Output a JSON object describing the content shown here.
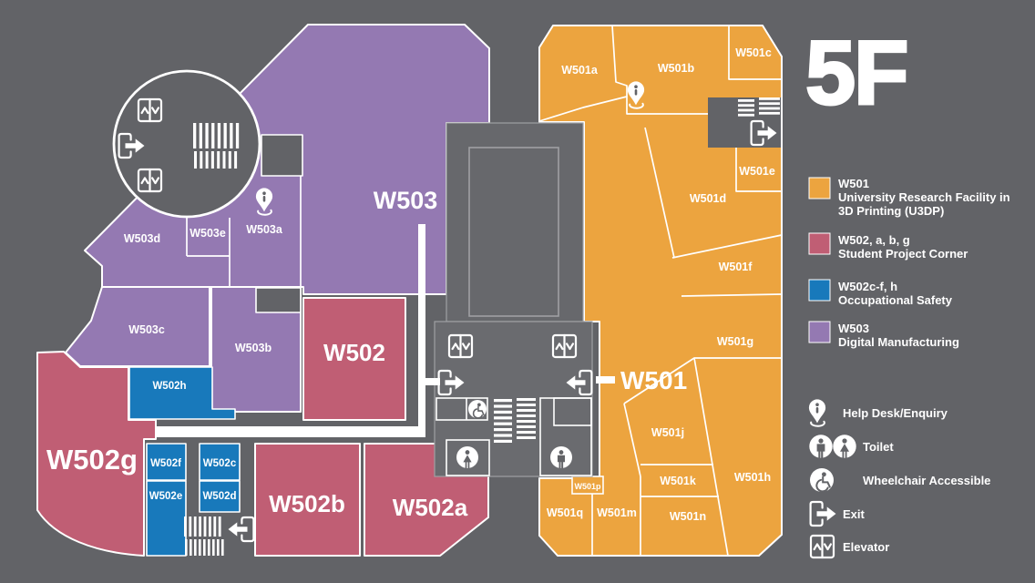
{
  "floor_label": "5F",
  "map": {
    "rooms": {
      "w503": "W503",
      "w503a": "W503a",
      "w503b": "W503b",
      "w503c": "W503c",
      "w503d": "W503d",
      "w503e": "W503e",
      "w502": "W502",
      "w502a": "W502a",
      "w502b": "W502b",
      "w502g": "W502g",
      "w502c": "W502c",
      "w502d": "W502d",
      "w502e": "W502e",
      "w502f": "W502f",
      "w502h": "W502h",
      "w501": "W501",
      "w501a": "W501a",
      "w501b": "W501b",
      "w501c": "W501c",
      "w501d": "W501d",
      "w501e": "W501e",
      "w501f": "W501f",
      "w501g": "W501g",
      "w501h": "W501h",
      "w501j": "W501j",
      "w501k": "W501k",
      "w501m": "W501m",
      "w501n": "W501n",
      "w501p": "W501p",
      "w501q": "W501q"
    }
  },
  "legend": {
    "areas": [
      {
        "code": "W501",
        "line1": "University Research Facility in",
        "line2": "3D Printing (U3DP)",
        "color": "#eca43f"
      },
      {
        "code": "W502, a, b, g",
        "line1": "Student Project Corner",
        "line2": "",
        "color": "#c05e74"
      },
      {
        "code": "W502c-f, h",
        "line1": "Occupational Safety",
        "line2": "",
        "color": "#1879bb"
      },
      {
        "code": "W503",
        "line1": "Digital Manufacturing",
        "line2": "",
        "color": "#9479b2"
      }
    ],
    "symbols": {
      "help_desk": "Help Desk/Enquiry",
      "toilet": "Toilet",
      "wheelchair": "Wheelchair Accessible",
      "exit": "Exit",
      "elevator": "Elevator"
    }
  },
  "colors": {
    "bg": "#626367",
    "voidfill": "#67686c",
    "core": "#6a6b6f",
    "orange": "#eca43f",
    "pink": "#c05e74",
    "blue": "#1879bb",
    "purple": "#9479b2",
    "line": "#9fa0a3",
    "white": "#ffffff"
  }
}
